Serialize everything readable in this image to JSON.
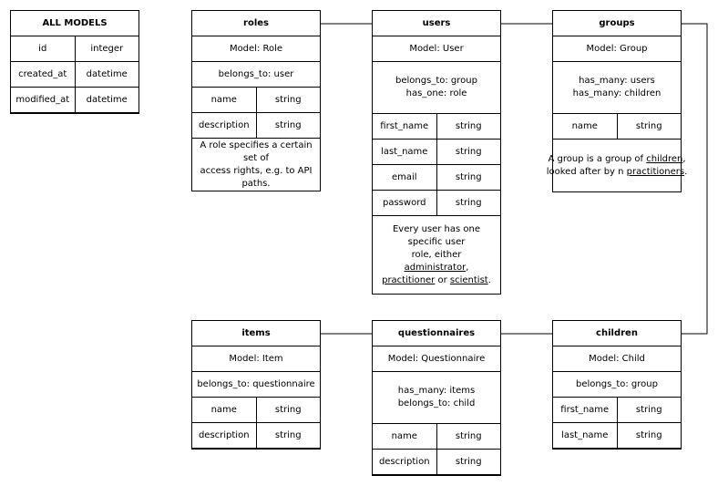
{
  "tables": {
    "all_models": {
      "title": "ALL MODELS",
      "fields": [
        {
          "name": "id",
          "type": "integer"
        },
        {
          "name": "created_at",
          "type": "datetime"
        },
        {
          "name": "modified_at",
          "type": "datetime"
        }
      ]
    },
    "roles": {
      "title": "roles",
      "model": "Model: Role",
      "relations": [
        "belongs_to: user"
      ],
      "fields": [
        {
          "name": "name",
          "type": "string"
        },
        {
          "name": "description",
          "type": "string"
        }
      ],
      "description": {
        "l1": "A role specifies a certain set of",
        "l2": "access rights, e.g. to API paths."
      }
    },
    "users": {
      "title": "users",
      "model": "Model: User",
      "relations": [
        "belongs_to: group",
        "has_one: role"
      ],
      "fields": [
        {
          "name": "first_name",
          "type": "string"
        },
        {
          "name": "last_name",
          "type": "string"
        },
        {
          "name": "email",
          "type": "string"
        },
        {
          "name": "password",
          "type": "string"
        }
      ],
      "description": {
        "l1": "Every user has one specific user",
        "l2a": "role, either ",
        "l2link": "administrator",
        "l2b": ",",
        "l3link": "practitioner",
        "l3mid": " or ",
        "l3link2": "scientist",
        "l3end": "."
      }
    },
    "groups": {
      "title": "groups",
      "model": "Model: Group",
      "relations": [
        "has_many: users",
        "has_many: children"
      ],
      "fields": [
        {
          "name": "name",
          "type": "string"
        }
      ],
      "description": {
        "l1a": "A group is a group of ",
        "l1link": "children",
        "l1b": ",",
        "l2a": "looked after by n ",
        "l2link": "practitioners",
        "l2b": "."
      }
    },
    "items": {
      "title": "items",
      "model": "Model: Item",
      "relations": [
        "belongs_to: questionnaire"
      ],
      "fields": [
        {
          "name": "name",
          "type": "string"
        },
        {
          "name": "description",
          "type": "string"
        }
      ]
    },
    "questionnaires": {
      "title": "questionnaires",
      "model": "Model: Questionnaire",
      "relations": [
        "has_many: items",
        "belongs_to: child"
      ],
      "fields": [
        {
          "name": "name",
          "type": "string"
        },
        {
          "name": "description",
          "type": "string"
        }
      ]
    },
    "children": {
      "title": "children",
      "model": "Model: Child",
      "relations": [
        "belongs_to: group"
      ],
      "fields": [
        {
          "name": "first_name",
          "type": "string"
        },
        {
          "name": "last_name",
          "type": "string"
        }
      ]
    }
  }
}
